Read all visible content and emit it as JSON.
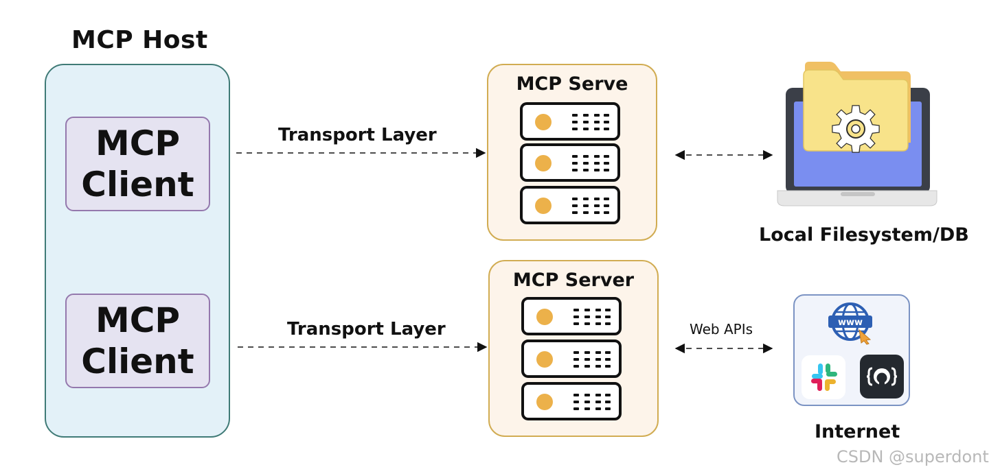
{
  "host": {
    "title": "MCP Host"
  },
  "clients": [
    {
      "line1": "MCP",
      "line2": "Client"
    },
    {
      "line1": "MCP",
      "line2": "Client"
    }
  ],
  "servers": [
    {
      "title": "MCP Serve"
    },
    {
      "title": "MCP Server"
    }
  ],
  "connections": {
    "transport_1": "Transport Layer",
    "transport_2": "Transport Layer",
    "web_apis": "Web APIs"
  },
  "resources": {
    "local": "Local Filesystem/DB",
    "internet": "Internet",
    "www_badge": "www"
  },
  "watermark": "CSDN @superdont",
  "colors": {
    "host_fill": "#e3f1f8",
    "host_border": "#3f7a76",
    "client_fill": "#e5e3f1",
    "client_border": "#9478ad",
    "server_fill": "#fdf4ea",
    "server_border": "#d1ac52",
    "server_led": "#ecb14a",
    "laptop_screen": "#7a8ef0",
    "folder": "#f8e38a"
  },
  "icons": [
    "server-rack-icon",
    "laptop-folder-gear-icon",
    "globe-www-icon",
    "slack-icon",
    "github-icon"
  ]
}
